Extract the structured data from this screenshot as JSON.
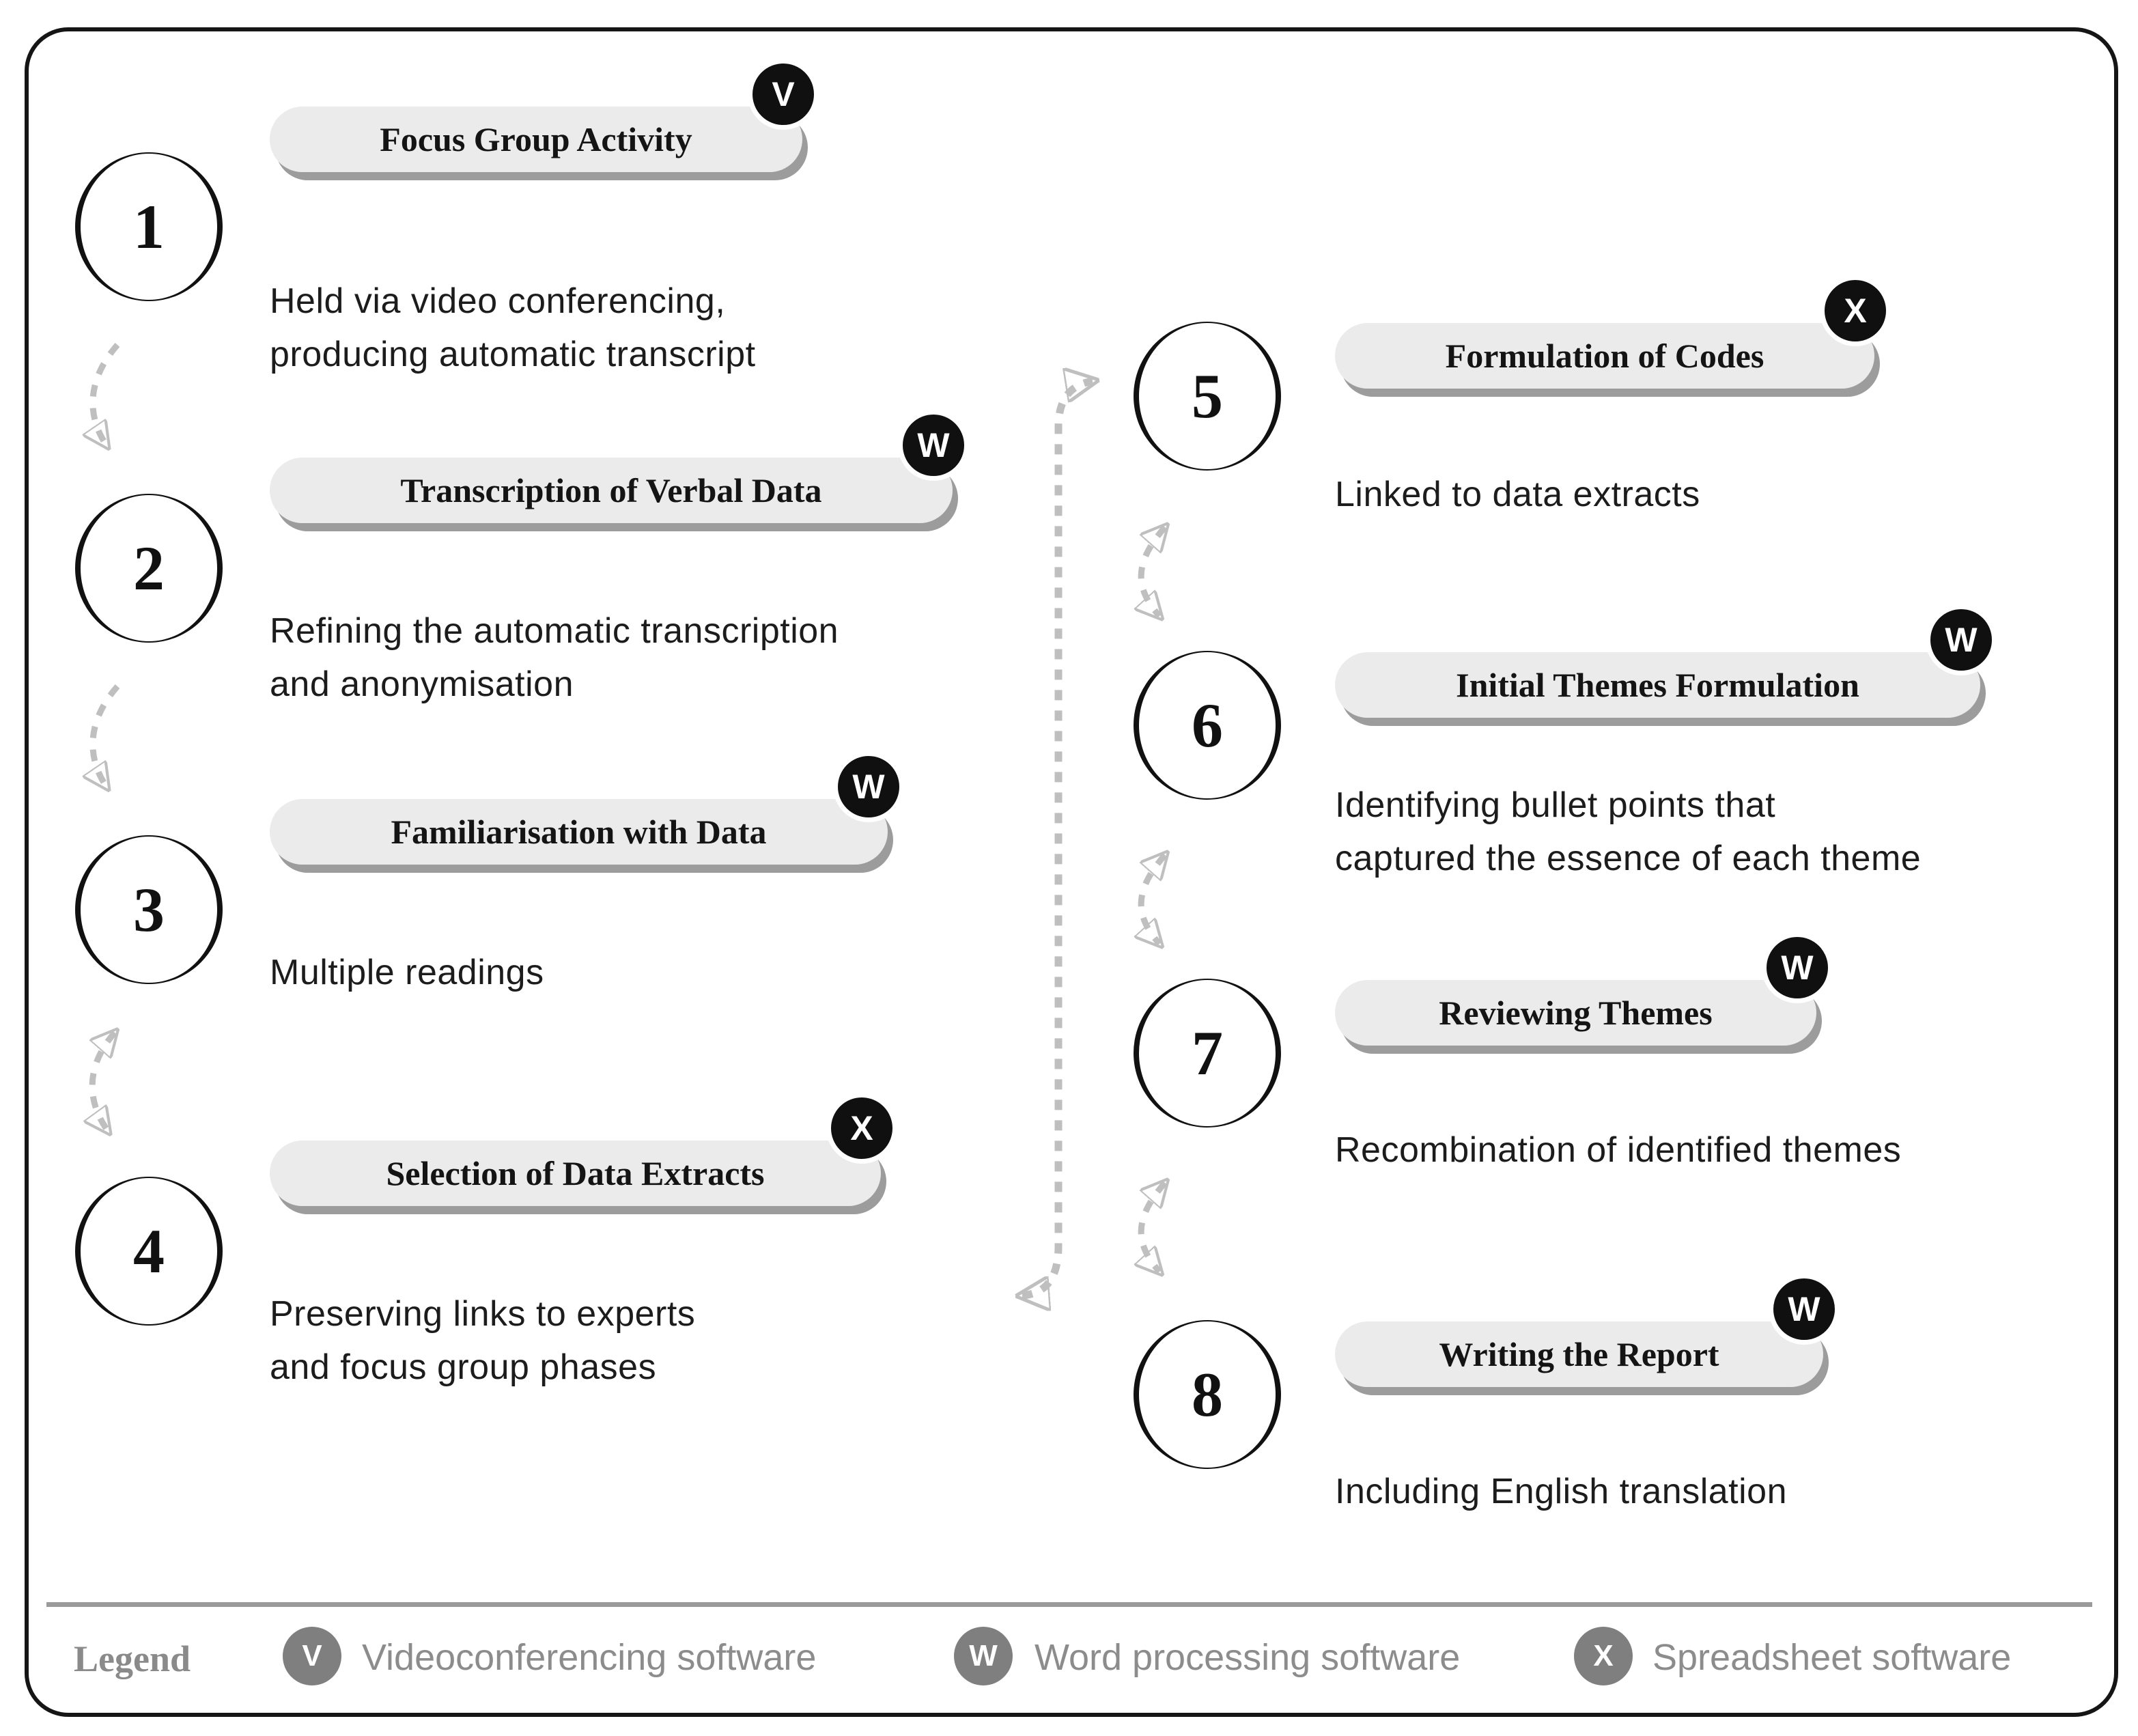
{
  "colors": {
    "frame_border": "#151515",
    "pill_fill": "#ebebeb",
    "pill_shadow": "#9c9c9c",
    "badge_fill": "#101010",
    "arrow_gray": "#bfbfbf",
    "legend_gray": "#8a8a8a"
  },
  "steps": [
    {
      "number": "1",
      "title": "Focus Group Activity",
      "badge": "V",
      "badge_tool": "Videoconferencing software",
      "desc": "Held via video conferencing,\nproducing automatic transcript"
    },
    {
      "number": "2",
      "title": "Transcription of Verbal Data",
      "badge": "W",
      "badge_tool": "Word processing software",
      "desc": "Refining the automatic transcription\nand anonymisation"
    },
    {
      "number": "3",
      "title": "Familiarisation with Data",
      "badge": "W",
      "badge_tool": "Word processing software",
      "desc": "Multiple readings"
    },
    {
      "number": "4",
      "title": "Selection of Data Extracts",
      "badge": "X",
      "badge_tool": "Spreadsheet software",
      "desc": "Preserving links to experts\nand focus group phases"
    },
    {
      "number": "5",
      "title": "Formulation of Codes",
      "badge": "X",
      "badge_tool": "Spreadsheet software",
      "desc": "Linked to data extracts"
    },
    {
      "number": "6",
      "title": "Initial Themes Formulation",
      "badge": "W",
      "badge_tool": "Word processing software",
      "desc": "Identifying bullet points that\ncaptured the essence of each theme"
    },
    {
      "number": "7",
      "title": "Reviewing Themes",
      "badge": "W",
      "badge_tool": "Word processing software",
      "desc": "Recombination of identified themes"
    },
    {
      "number": "8",
      "title": "Writing the Report",
      "badge": "W",
      "badge_tool": "Word processing software",
      "desc": "Including English translation"
    }
  ],
  "legend": {
    "title": "Legend",
    "items": [
      {
        "letter": "V",
        "label": "Videoconferencing software"
      },
      {
        "letter": "W",
        "label": "Word processing software"
      },
      {
        "letter": "X",
        "label": "Spreadsheet software"
      }
    ]
  }
}
